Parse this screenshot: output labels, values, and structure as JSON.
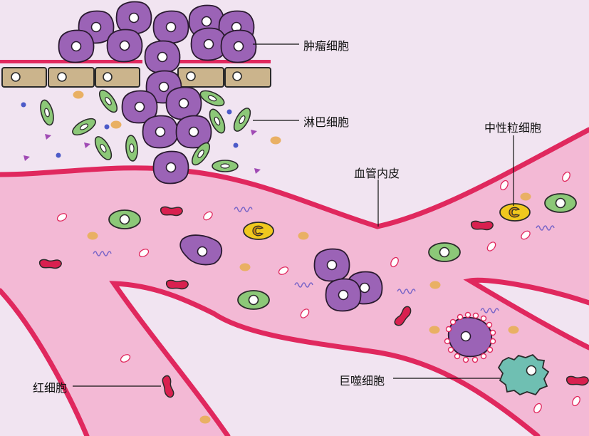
{
  "labels": {
    "tumor_cells": "肿瘤细胞",
    "lymphocyte": "淋巴细胞",
    "endothelium": "血管内皮",
    "neutrophil": "中性粒细胞",
    "red_blood_cell": "红细胞",
    "macrophage": "巨噬细胞"
  },
  "colors": {
    "background": "#f1e4f1",
    "vessel_fill": "#f3b9d5",
    "vessel_wall": "#e0285e",
    "tumor_cell": "#9b63b6",
    "lymphocyte": "#8cc878",
    "neutrophil": "#f0c81e",
    "red_blood_cell": "#d9204f",
    "macrophage": "#6fbfb2",
    "endothelial_cell": "#cbb48c"
  }
}
